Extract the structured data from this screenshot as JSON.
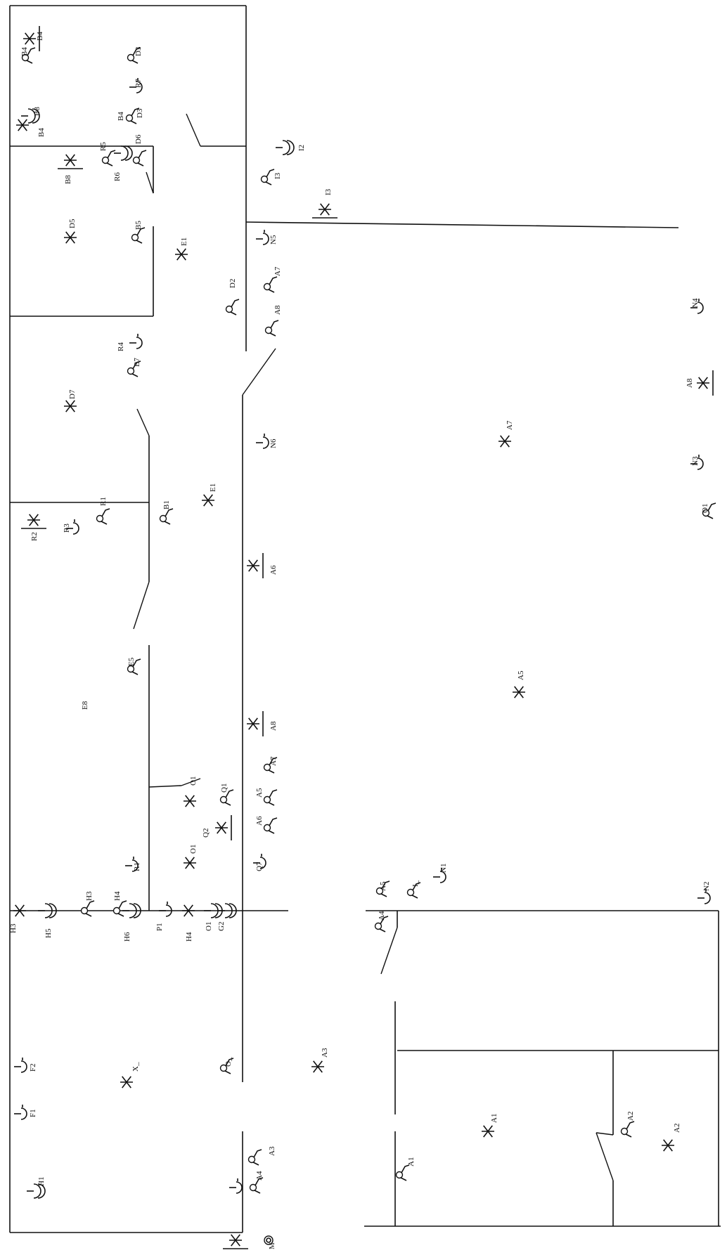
{
  "drawing": {
    "line_color": "#111111",
    "background": "#ffffff",
    "symbols": {
      "ceiling_light": "asterisk light-point mark",
      "switch": "circle with angled lever",
      "socket": "half-circle socket with stem",
      "double_socket": "double socket with stem",
      "wall_light": "asterisk with wall line"
    }
  },
  "labels": {
    "B4_top": "B4",
    "B4_side": "B4",
    "B4_sw": "B4",
    "B8a": "B8",
    "D3a": "D3",
    "R7": "R7",
    "D3b": "D3",
    "B4b": "B4",
    "D6": "D6",
    "R5": "R5",
    "R6": "R6",
    "B8b": "B8",
    "D5": "D5",
    "B5": "B5",
    "E1": "E1",
    "R4": "R4",
    "B7": "B7",
    "D7": "D7",
    "E1b": "E1",
    "R2": "R2",
    "R3": "R3",
    "R1a": "R1",
    "B1": "B1",
    "I2": "I2",
    "I3a": "I3",
    "I3b": "I3",
    "N5": "N5",
    "A7a": "A7",
    "D2": "D2",
    "A8a": "A8",
    "N4": "N4",
    "A8b": "A8",
    "N6": "N6",
    "A7b": "A7",
    "N3": "N3",
    "O1a": "O1",
    "A6a": "A6",
    "E5": "E5",
    "E8": "E8",
    "A5a": "A5",
    "A8c": "A8",
    "A7c": "A7",
    "Q1": "Q1",
    "A5b": "A5",
    "O1b": "O1",
    "Q2": "Q2",
    "A6b": "A6",
    "O1c": "O1",
    "Q7": "Q7",
    "R1b": "R1",
    "H3a": "H3",
    "H5": "H5",
    "H3b": "H3",
    "H4a": "H4",
    "H6": "H6",
    "P1": "P1",
    "H4b": "H4",
    "O1d": "O1",
    "G2": "G2",
    "A5c": "A5",
    "I_a": "I_",
    "N1": "N1",
    "A4a": "A4",
    "N2": "N2",
    "F2": "F2",
    "X_1": "X_",
    "O_1": "O_",
    "A3a": "A3",
    "F1": "F1",
    "H1": "H1",
    "A3b": "A3",
    "A4b": "A4",
    "A1a": "A1",
    "A2a": "A2",
    "A1b": "A1",
    "A2b": "A2",
    "M": "M"
  }
}
